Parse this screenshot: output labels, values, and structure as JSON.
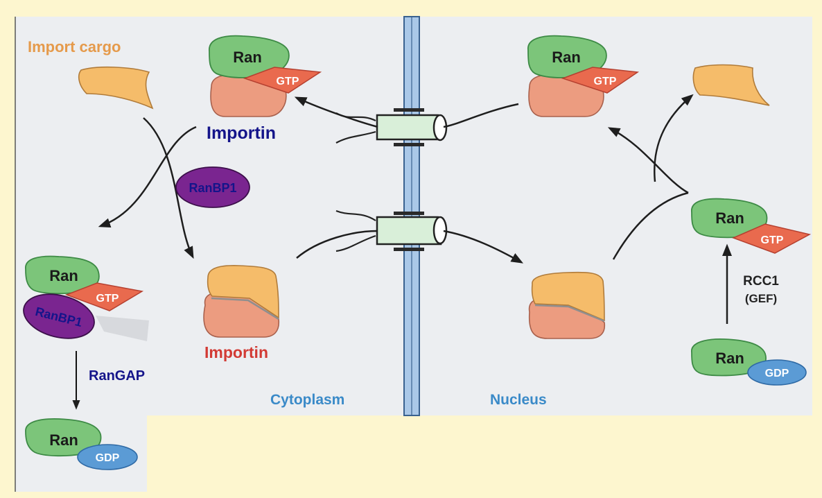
{
  "labels": {
    "import_cargo": "Import cargo",
    "importin_top": "Importin",
    "importin_bottom": "Importin",
    "ranbp1_free": "RanBP1",
    "ranbp1_complex": "RanBP1",
    "rangap": "RanGAP",
    "rcc1": "RCC1",
    "gef": "(GEF)",
    "cytoplasm": "Cytoplasm",
    "nucleus": "Nucleus"
  },
  "molecules": {
    "ran": "Ran",
    "gtp": "GTP",
    "gdp": "GDP"
  },
  "colors": {
    "background": "#fdf6cf",
    "panel": "#eceef1",
    "ran_green": "#7cc57a",
    "gtp_red": "#e96a4e",
    "gdp_blue": "#5b9bd5",
    "importin_salmon": "#ec9c80",
    "cargo_orange": "#f5bc6a",
    "ranbp1_purple": "#7a2590",
    "label_navy": "#14148a",
    "label_red": "#d23a34",
    "label_orange": "#e59a4b",
    "label_blue": "#3a8ac8",
    "membrane_blue": "#aac8e8"
  }
}
